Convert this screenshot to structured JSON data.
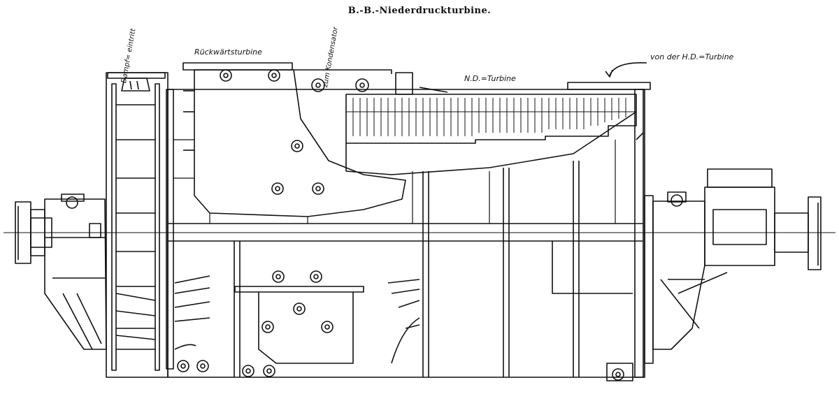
{
  "title": "B.-B.-Niederdruckturbine.",
  "labels": {
    "dampfeintritt": "Dampf= eintritt",
    "rueckwaertsturbine": "Rückwärtsturbine",
    "zum_kondensator": "zum Kondensator",
    "nd_turbine": "N.D.=Turbine",
    "von_hd": "von der H.D.=Turbine"
  }
}
